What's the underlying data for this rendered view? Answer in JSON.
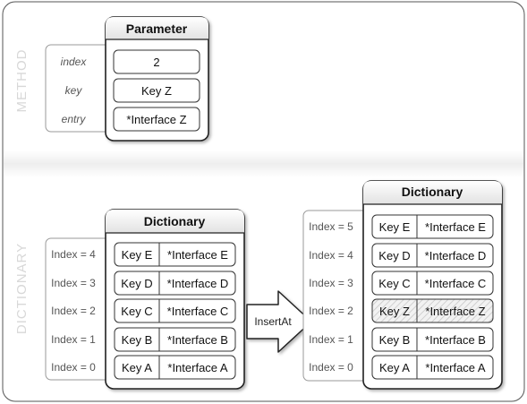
{
  "sections": {
    "method_label": "METHOD",
    "dictionary_label": "DICTIONARY"
  },
  "parameter": {
    "title": "Parameter",
    "rows": [
      {
        "name": "index",
        "value": "2"
      },
      {
        "name": "key",
        "value": "Key Z"
      },
      {
        "name": "entry",
        "value": "*Interface Z"
      }
    ]
  },
  "before": {
    "title": "Dictionary",
    "rows": [
      {
        "index": "Index = 4",
        "key": "Key E",
        "value": "*Interface E"
      },
      {
        "index": "Index = 3",
        "key": "Key D",
        "value": "*Interface D"
      },
      {
        "index": "Index = 2",
        "key": "Key C",
        "value": "*Interface C"
      },
      {
        "index": "Index = 1",
        "key": "Key B",
        "value": "*Interface B"
      },
      {
        "index": "Index = 0",
        "key": "Key A",
        "value": "*Interface A"
      }
    ]
  },
  "operation": {
    "label": "InsertAt"
  },
  "after": {
    "title": "Dictionary",
    "highlight_key": "Key Z",
    "rows": [
      {
        "index": "Index = 5",
        "key": "Key E",
        "value": "*Interface E"
      },
      {
        "index": "Index = 4",
        "key": "Key D",
        "value": "*Interface D"
      },
      {
        "index": "Index = 3",
        "key": "Key C",
        "value": "*Interface C"
      },
      {
        "index": "Index = 2",
        "key": "Key Z",
        "value": "*Interface Z"
      },
      {
        "index": "Index = 1",
        "key": "Key B",
        "value": "*Interface B"
      },
      {
        "index": "Index = 0",
        "key": "Key A",
        "value": "*Interface A"
      }
    ]
  }
}
